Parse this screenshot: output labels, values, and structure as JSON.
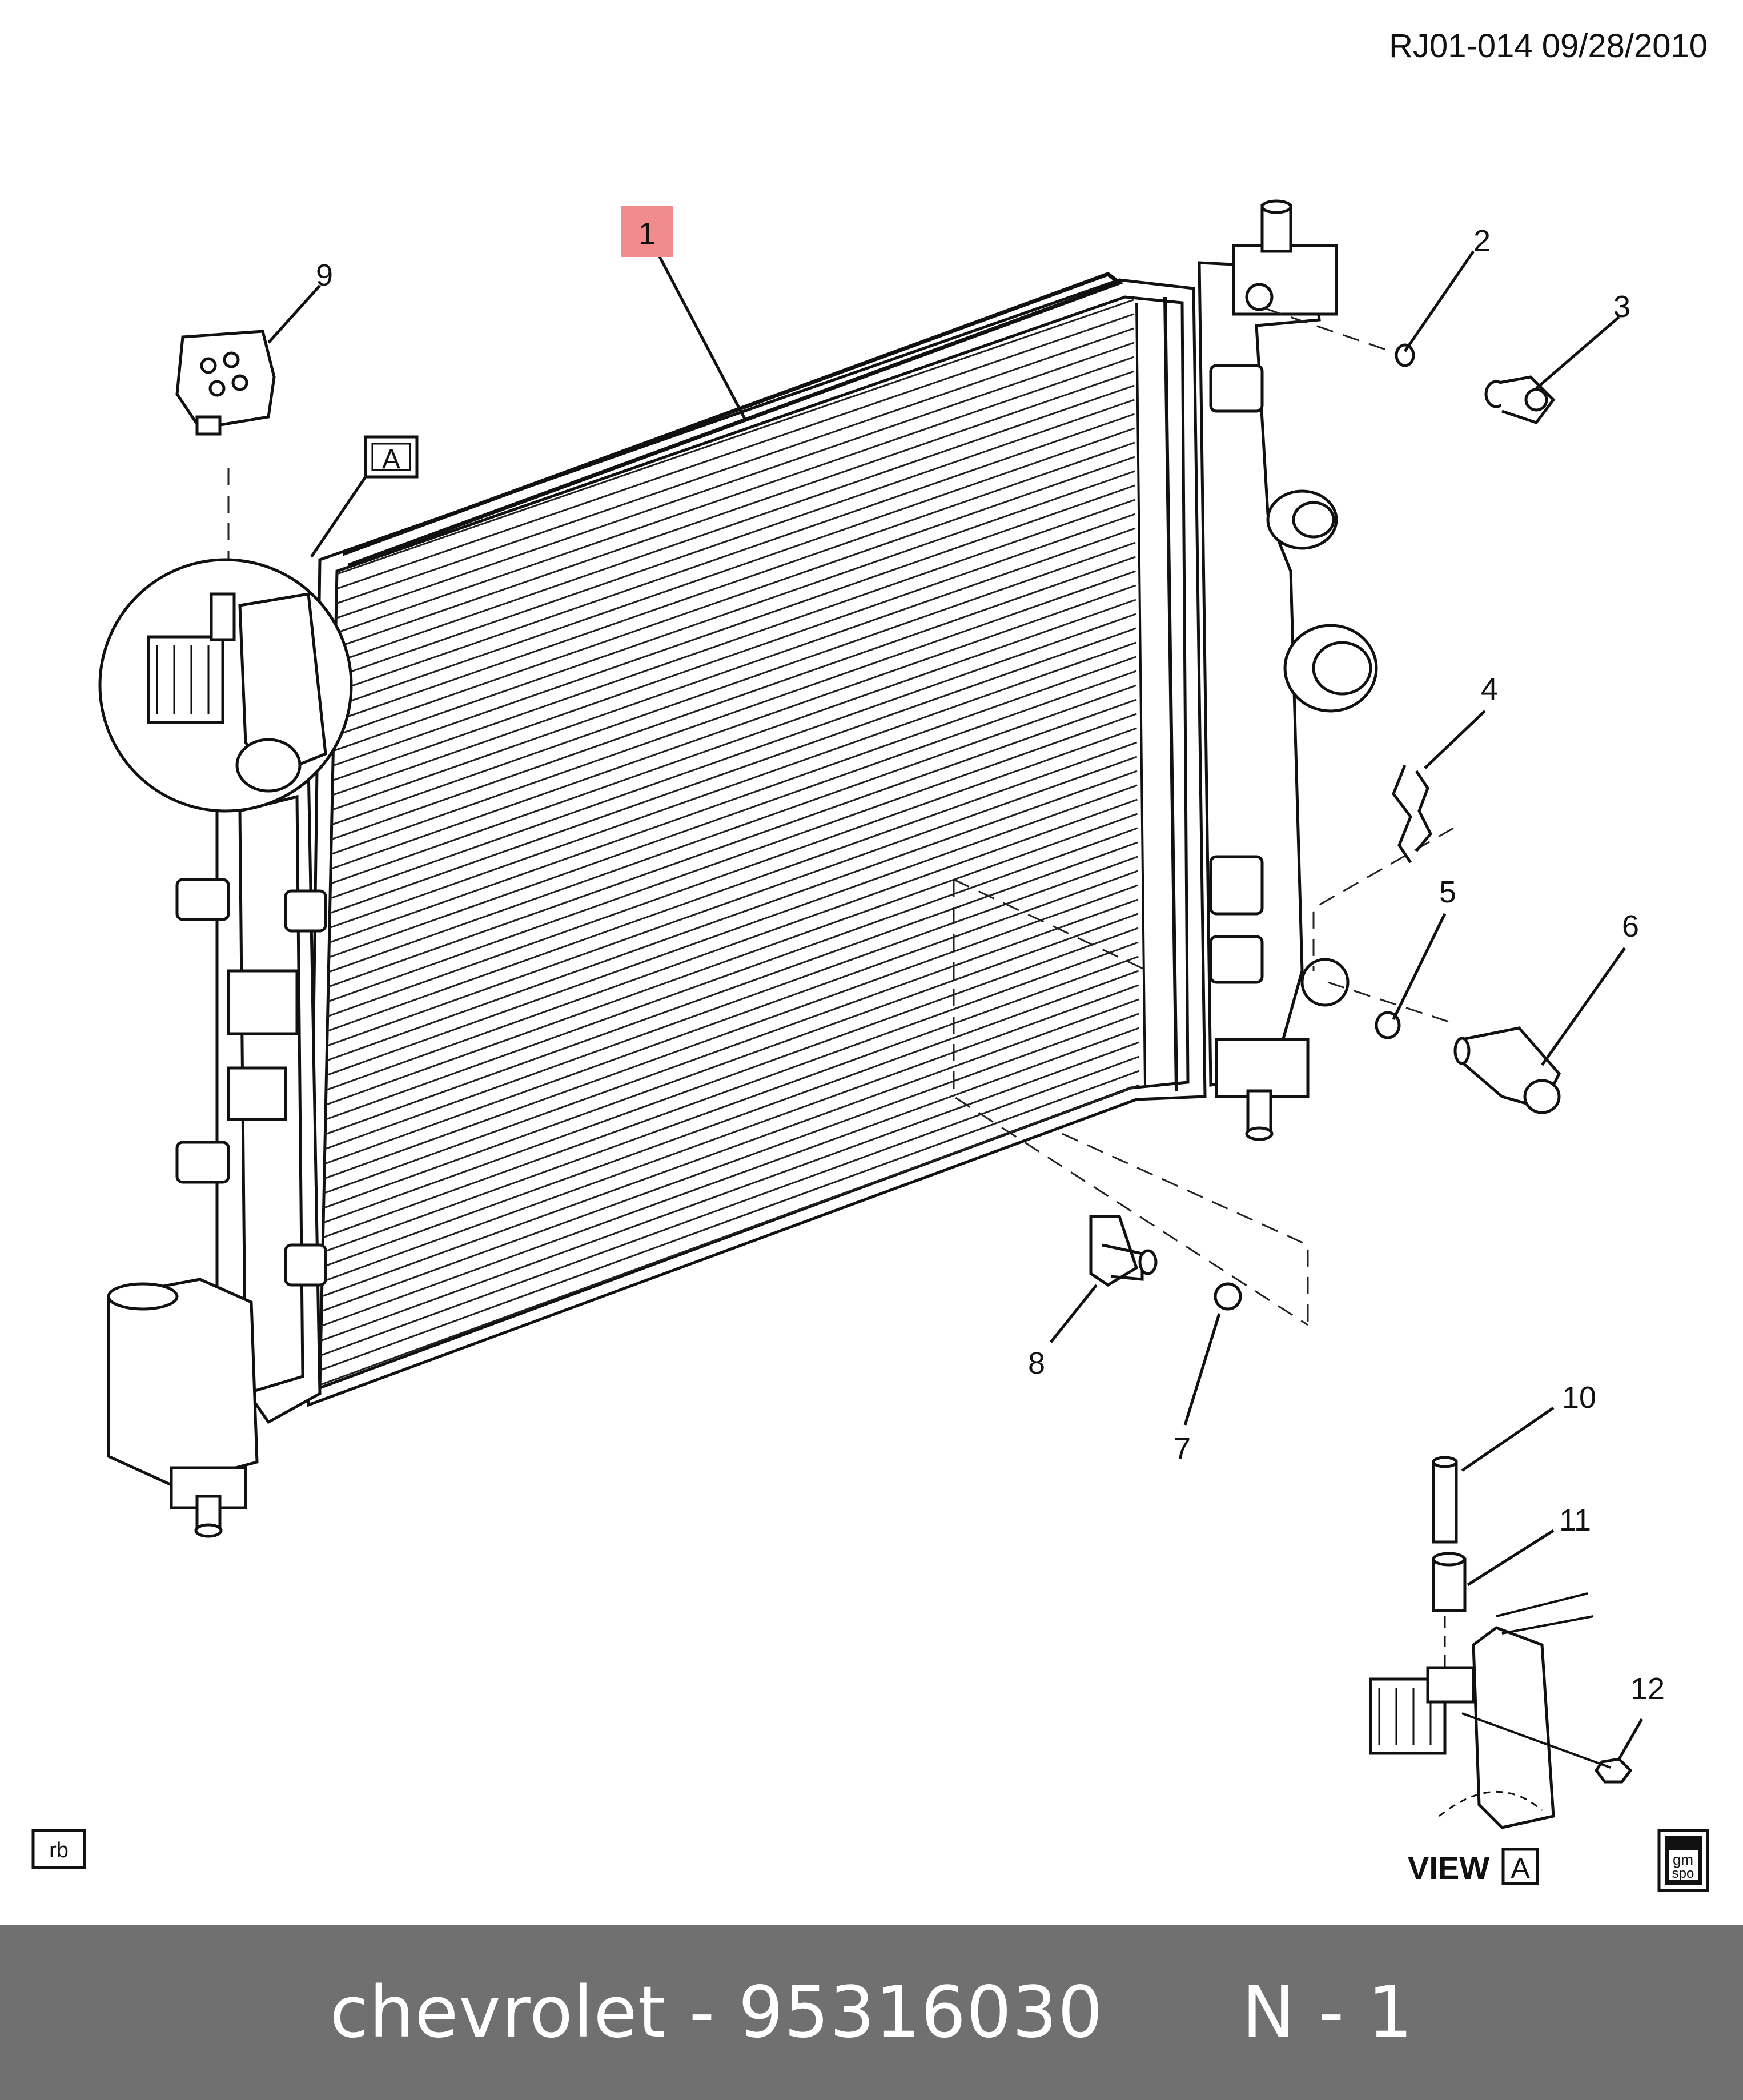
{
  "header": {
    "code": "RJ01-014  09/28/2010"
  },
  "callouts": [
    {
      "num": "1"
    },
    {
      "num": "2"
    },
    {
      "num": "3"
    },
    {
      "num": "4"
    },
    {
      "num": "5"
    },
    {
      "num": "6"
    },
    {
      "num": "7"
    },
    {
      "num": "8"
    },
    {
      "num": "9"
    },
    {
      "num": "10"
    },
    {
      "num": "11"
    },
    {
      "num": "12"
    }
  ],
  "view_marker": "A",
  "view_label": {
    "text": "VIEW",
    "letter": "A"
  },
  "corner_tag": "rb",
  "logo": {
    "line1": "gm",
    "line2": "spo"
  },
  "footer": {
    "brand": "chevrolet",
    "sep": " - ",
    "part": "95316030",
    "page": "N - 1"
  },
  "colors": {
    "highlight": "#f28b8b",
    "footer_bg": "#707070",
    "ink": "#111111"
  }
}
